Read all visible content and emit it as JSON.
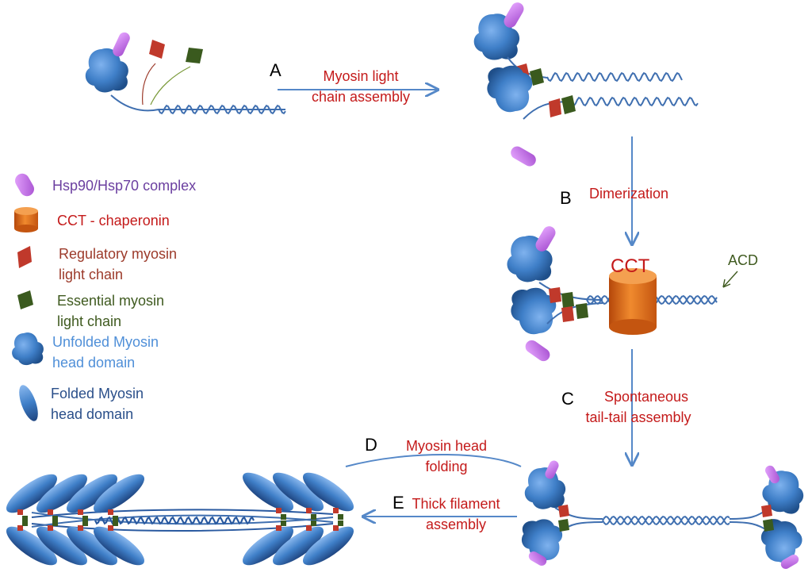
{
  "steps": {
    "A": {
      "letter": "A",
      "line1": "Myosin light",
      "line2": "chain assembly"
    },
    "B": {
      "letter": "B",
      "line1": "Dimerization"
    },
    "C": {
      "letter": "C",
      "line1": "Spontaneous",
      "line2": "tail-tail assembly"
    },
    "D": {
      "letter": "D",
      "line1": "Myosin head",
      "line2": "folding"
    },
    "E": {
      "letter": "E",
      "line1": "Thick filament",
      "line2": "assembly"
    }
  },
  "labels": {
    "cct": "CCT",
    "acd": "ACD"
  },
  "legend": [
    {
      "icon": "hsp-complex-icon",
      "line1": "Hsp90/Hsp70 complex",
      "line2": "",
      "color": "#6b3fa0"
    },
    {
      "icon": "cct-chaperonin-icon",
      "line1": "CCT - chaperonin",
      "line2": "",
      "color": "#c41a1a"
    },
    {
      "icon": "regulatory-light-chain-icon",
      "line1": "Regulatory myosin",
      "line2": "light chain",
      "color": "#9c3a2a"
    },
    {
      "icon": "essential-light-chain-icon",
      "line1": "Essential myosin",
      "line2": "light chain",
      "color": "#3f5a1f"
    },
    {
      "icon": "unfolded-myosin-head-icon",
      "line1": "Unfolded Myosin",
      "line2": "head domain",
      "color": "#4f8fd8"
    },
    {
      "icon": "folded-myosin-head-icon",
      "line1": "Folded Myosin",
      "line2": "head domain",
      "color": "#2a4f8a"
    }
  ],
  "colors": {
    "head": "#3f7fc8",
    "headDark": "#1f4f8a",
    "hsp": "#c46ee8",
    "rlc": "#c0392b",
    "elc": "#3a5a1e",
    "tail": "#3f6fb0",
    "cct": "#e06a10",
    "arrow": "#5588c8"
  }
}
